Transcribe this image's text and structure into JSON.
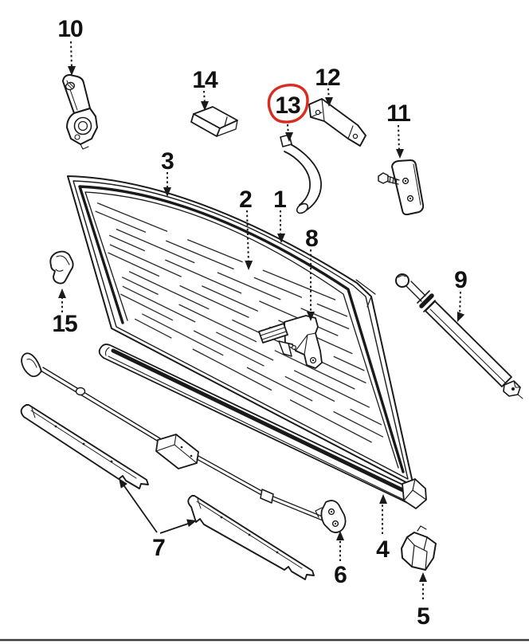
{
  "diagram": {
    "background_color": "#ffffff",
    "line_color": "#1a1a1a",
    "highlight": {
      "part_label": "13",
      "color": "#da2b1f"
    },
    "callouts": {
      "p1": {
        "label": "1"
      },
      "p2": {
        "label": "2"
      },
      "p3": {
        "label": "3"
      },
      "p4": {
        "label": "4"
      },
      "p5": {
        "label": "5"
      },
      "p6": {
        "label": "6"
      },
      "p7": {
        "label": "7"
      },
      "p8": {
        "label": "8"
      },
      "p9": {
        "label": "9"
      },
      "p10": {
        "label": "10"
      },
      "p11": {
        "label": "11"
      },
      "p12": {
        "label": "12"
      },
      "p13": {
        "label": "13"
      },
      "p14": {
        "label": "14"
      },
      "p15": {
        "label": "15"
      }
    }
  }
}
